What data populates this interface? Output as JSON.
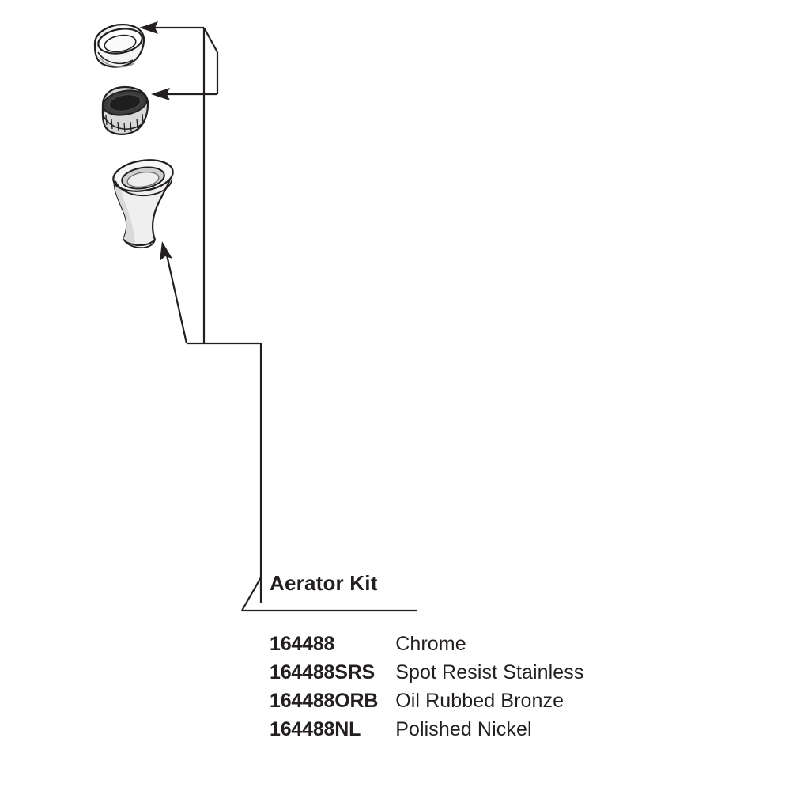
{
  "diagram": {
    "kit_title": "Aerator Kit",
    "columns": [
      "part_number",
      "finish"
    ],
    "parts": [
      {
        "part_number": "164488",
        "finish": "Chrome"
      },
      {
        "part_number": "164488SRS",
        "finish": "Spot Resist Stainless"
      },
      {
        "part_number": "164488ORB",
        "finish": "Oil Rubbed Bronze"
      },
      {
        "part_number": "164488NL",
        "finish": "Polished Nickel"
      }
    ],
    "components": [
      {
        "name": "aerator-washer-ring",
        "label": ""
      },
      {
        "name": "aerator-insert-cartridge",
        "label": ""
      },
      {
        "name": "aerator-housing-sleeve",
        "label": ""
      }
    ],
    "leader_lines": {
      "arrow_top": "points to aerator washer ring",
      "arrow_middle": "points to aerator insert cartridge",
      "arrow_bottom": "points to aerator housing sleeve"
    },
    "colors": {
      "line": "#231f20",
      "text": "#231f20",
      "part_fill_light": "#f2f2f2",
      "part_fill_mid": "#c9c9c9",
      "part_fill_dark": "#3a3a3a",
      "background": "#ffffff"
    }
  }
}
